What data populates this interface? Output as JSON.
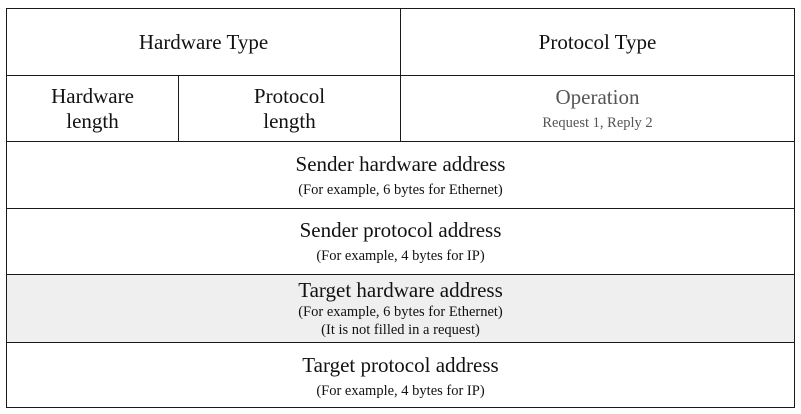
{
  "rows": {
    "header": {
      "hardware_type": "Hardware Type",
      "protocol_type": "Protocol Type"
    },
    "lengths": {
      "hardware_length": [
        "Hardware",
        "length"
      ],
      "protocol_length": [
        "Protocol",
        "length"
      ],
      "operation": {
        "label": "Operation",
        "note": "Request 1, Reply 2"
      }
    },
    "sender_hardware": {
      "label": "Sender hardware address",
      "note": "(For example, 6 bytes for Ethernet)"
    },
    "sender_protocol": {
      "label": "Sender protocol address",
      "note": "(For example, 4 bytes for IP)"
    },
    "target_hardware": {
      "label": "Target hardware address",
      "note": "(For example, 6 bytes for Ethernet)",
      "note2": "(It is not filled in a request)"
    },
    "target_protocol": {
      "label": "Target protocol address",
      "note": "(For example, 4 bytes for IP)"
    }
  },
  "colors": {
    "border": "#1a1a1a",
    "shaded_row": "#efefef",
    "operation_text": "#555555"
  }
}
